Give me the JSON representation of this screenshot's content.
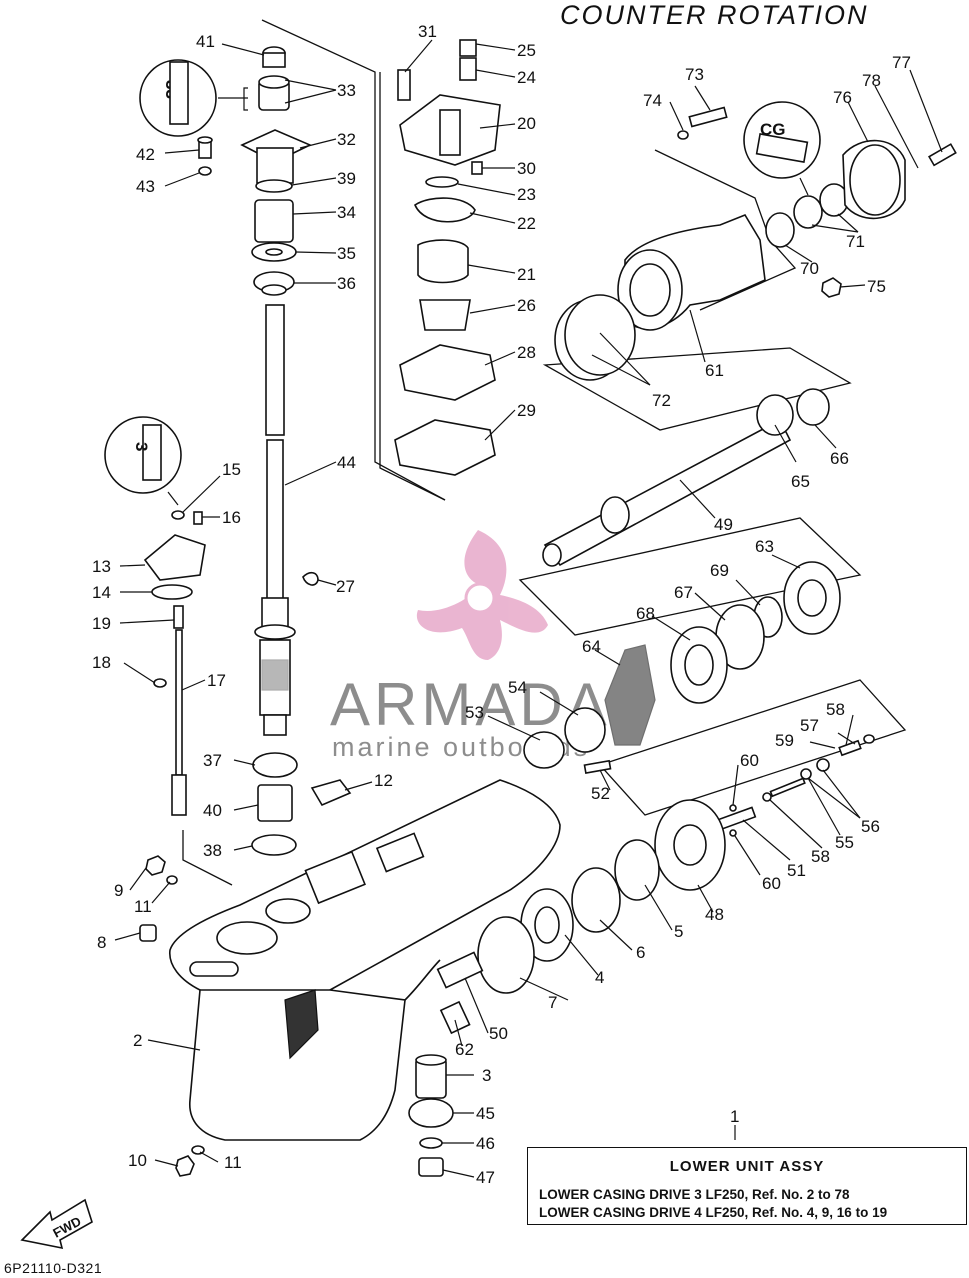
{
  "title": "COUNTER ROTATION",
  "drawing_code": "6P21110-D321",
  "fwd_label": "FWD",
  "info_box": {
    "heading": "LOWER UNIT ASSY",
    "lines": [
      "LOWER CASING DRIVE 3 LF250,    Ref. No. 2 to 78",
      "LOWER CASING DRIVE 4 LF250,    Ref. No. 4, 9, 16 to 19"
    ]
  },
  "watermark": {
    "brand": "ARMADA",
    "tagline": "marine outboards",
    "color": "#e7a9c9"
  },
  "detail_circles": [
    {
      "letter": "33"
    },
    {
      "letter": "3"
    },
    {
      "letter": "CG"
    }
  ],
  "callouts": [
    "1",
    "2",
    "3",
    "4",
    "5",
    "6",
    "7",
    "8",
    "9",
    "10",
    "11",
    "11",
    "12",
    "13",
    "14",
    "15",
    "16",
    "17",
    "18",
    "19",
    "20",
    "21",
    "22",
    "23",
    "24",
    "25",
    "26",
    "27",
    "28",
    "29",
    "30",
    "31",
    "32",
    "33",
    "34",
    "35",
    "36",
    "37",
    "38",
    "39",
    "40",
    "41",
    "42",
    "43",
    "44",
    "45",
    "46",
    "47",
    "48",
    "49",
    "50",
    "51",
    "52",
    "53",
    "54",
    "55",
    "56",
    "57",
    "58",
    "58",
    "59",
    "60",
    "60",
    "61",
    "62",
    "63",
    "64",
    "65",
    "66",
    "67",
    "68",
    "69",
    "70",
    "71",
    "72",
    "73",
    "74",
    "75",
    "76",
    "77",
    "78"
  ]
}
